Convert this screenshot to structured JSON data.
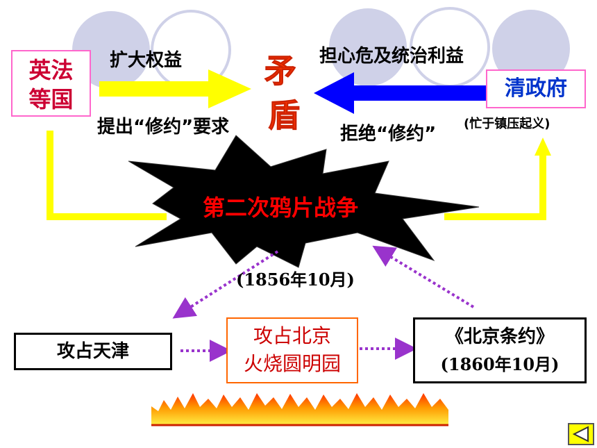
{
  "left_party": {
    "line1": "英法",
    "line2": "等国"
  },
  "right_party": "清政府",
  "conflict": {
    "char1": "矛",
    "char2": "盾"
  },
  "left_motive": "扩大权益",
  "left_action": "提出“修约”要求",
  "right_motive": "担心危及统治利益",
  "right_action": "拒绝“修约”",
  "right_note": "(忙于镇压起义)",
  "war": {
    "name": "第二次鸦片战争",
    "date": "(1856年10月)"
  },
  "events": {
    "tianjin": "攻占天津",
    "beijing": {
      "line1": "攻占北京",
      "line2": "火烧圆明园"
    },
    "treaty": {
      "line1": "《北京条约》",
      "line2": "(1860年10月)"
    }
  },
  "colors": {
    "left_arrow": "#ffff00",
    "right_arrow": "#0000ff",
    "conflict_text": "#ff3300",
    "war_text": "#ff0000",
    "left_party_text": "#cc0033",
    "right_party_text": "#0033cc",
    "beijing_text": "#cc0000",
    "dotted_arrows": "#9933cc"
  },
  "icons": {
    "nav": "back-triangle-icon"
  }
}
